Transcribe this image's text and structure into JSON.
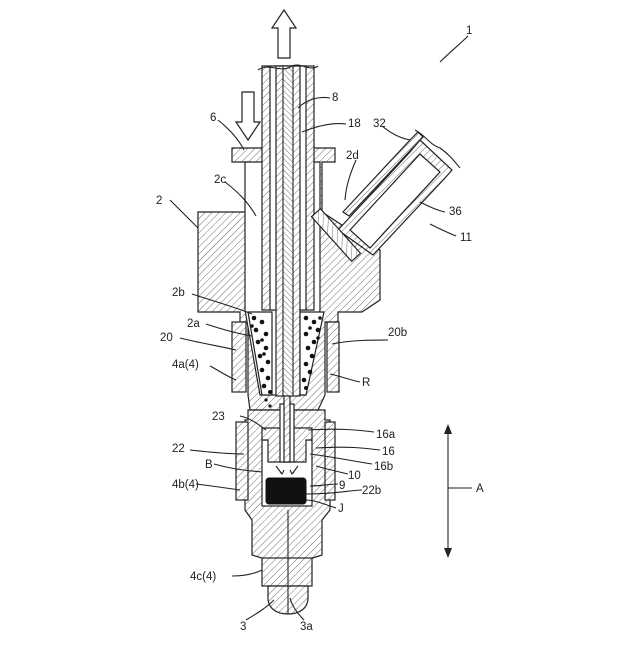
{
  "figure": {
    "refs": {
      "r1": "1",
      "r2": "2",
      "r2a": "2a",
      "r2b": "2b",
      "r2c": "2c",
      "r2d": "2d",
      "r3": "3",
      "r3a": "3a",
      "r4a": "4a(4)",
      "r4b": "4b(4)",
      "r4c": "4c(4)",
      "r6": "6",
      "r8": "8",
      "r9": "9",
      "r10": "10",
      "r11": "11",
      "r16": "16",
      "r16a": "16a",
      "r16b": "16b",
      "r18": "18",
      "r20": "20",
      "r20b": "20b",
      "r22": "22",
      "r22b": "22b",
      "r23": "23",
      "r32": "32",
      "r36": "36",
      "rA": "A",
      "rB": "B",
      "rJ": "J",
      "rR": "R"
    }
  }
}
